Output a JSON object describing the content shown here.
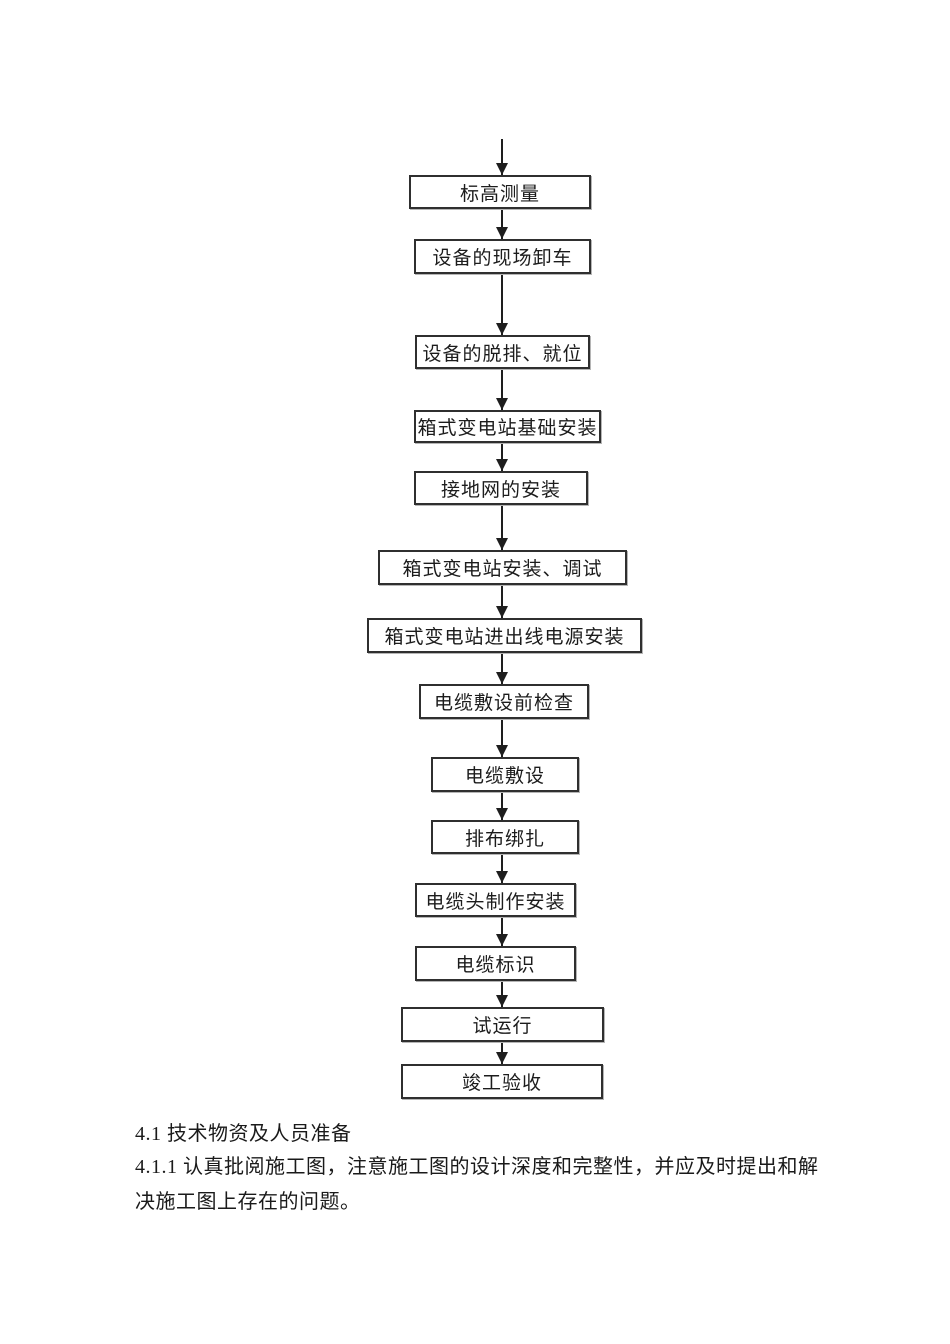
{
  "flowchart": {
    "line_color": "#1e1e1e",
    "steps": [
      {
        "label": "标高测量"
      },
      {
        "label": "设备的现场卸车"
      },
      {
        "label": "设备的脱排、就位"
      },
      {
        "label": "箱式变电站基础安装"
      },
      {
        "label": "接地网的安装"
      },
      {
        "label": "箱式变电站安装、调试"
      },
      {
        "label": "箱式变电站进出线电源安装"
      },
      {
        "label": "电缆敷设前检查"
      },
      {
        "label": "电缆敷设"
      },
      {
        "label": "排布绑扎"
      },
      {
        "label": "电缆头制作安装"
      },
      {
        "label": "电缆标识"
      },
      {
        "label": "试运行"
      },
      {
        "label": "竣工验收"
      }
    ]
  },
  "document": {
    "lines": [
      {
        "text": "4.1 技术物资及人员准备"
      },
      {
        "text": "4.1.1 认真批阅施工图，注意施工图的设计深度和完整性，并应及时提出和解"
      },
      {
        "text": "决施工图上存在的问题。"
      }
    ]
  }
}
